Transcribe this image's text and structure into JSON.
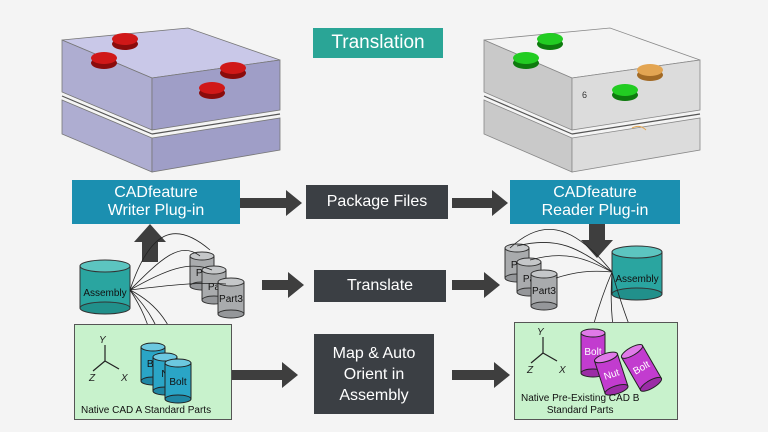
{
  "title": "Translation",
  "writer_plugin": [
    "CADfeature",
    "Writer Plug-in"
  ],
  "reader_plugin": [
    "CADfeature",
    "Reader Plug-in"
  ],
  "steps": {
    "package": "Package Files",
    "translate": "Translate",
    "map": [
      "Map & Auto",
      "Orient in",
      "Assembly"
    ]
  },
  "left": {
    "assembly": "Assembly",
    "parts": [
      "Pa",
      "Pa",
      "Part3"
    ],
    "std_parts": [
      "Bo",
      "N",
      "Bolt"
    ],
    "panel_label": "Native CAD A Standard Parts"
  },
  "right": {
    "assembly": "Assembly",
    "parts": [
      "Pa",
      "Pa",
      "Part3"
    ],
    "std_parts": [
      "Bolt",
      "Nut",
      "Bolt"
    ],
    "panel_label": [
      "Native Pre-Existing CAD B",
      "Standard Parts"
    ]
  },
  "axes": {
    "x": "X",
    "y": "Y",
    "z": "Z"
  },
  "model_mark": "6",
  "colors": {
    "title_bg": "#2aa596",
    "plugin_bg": "#1b8fb0",
    "step_bg": "#3b3f44",
    "panel_bg": "#c8f2cc",
    "cyl_teal": "#2aa5a0",
    "cyl_gray": "#a9abad",
    "cyl_magenta": "#c23ccf",
    "button_red": "#d01818",
    "button_green": "#22cc22",
    "button_orange": "#e3a552"
  }
}
